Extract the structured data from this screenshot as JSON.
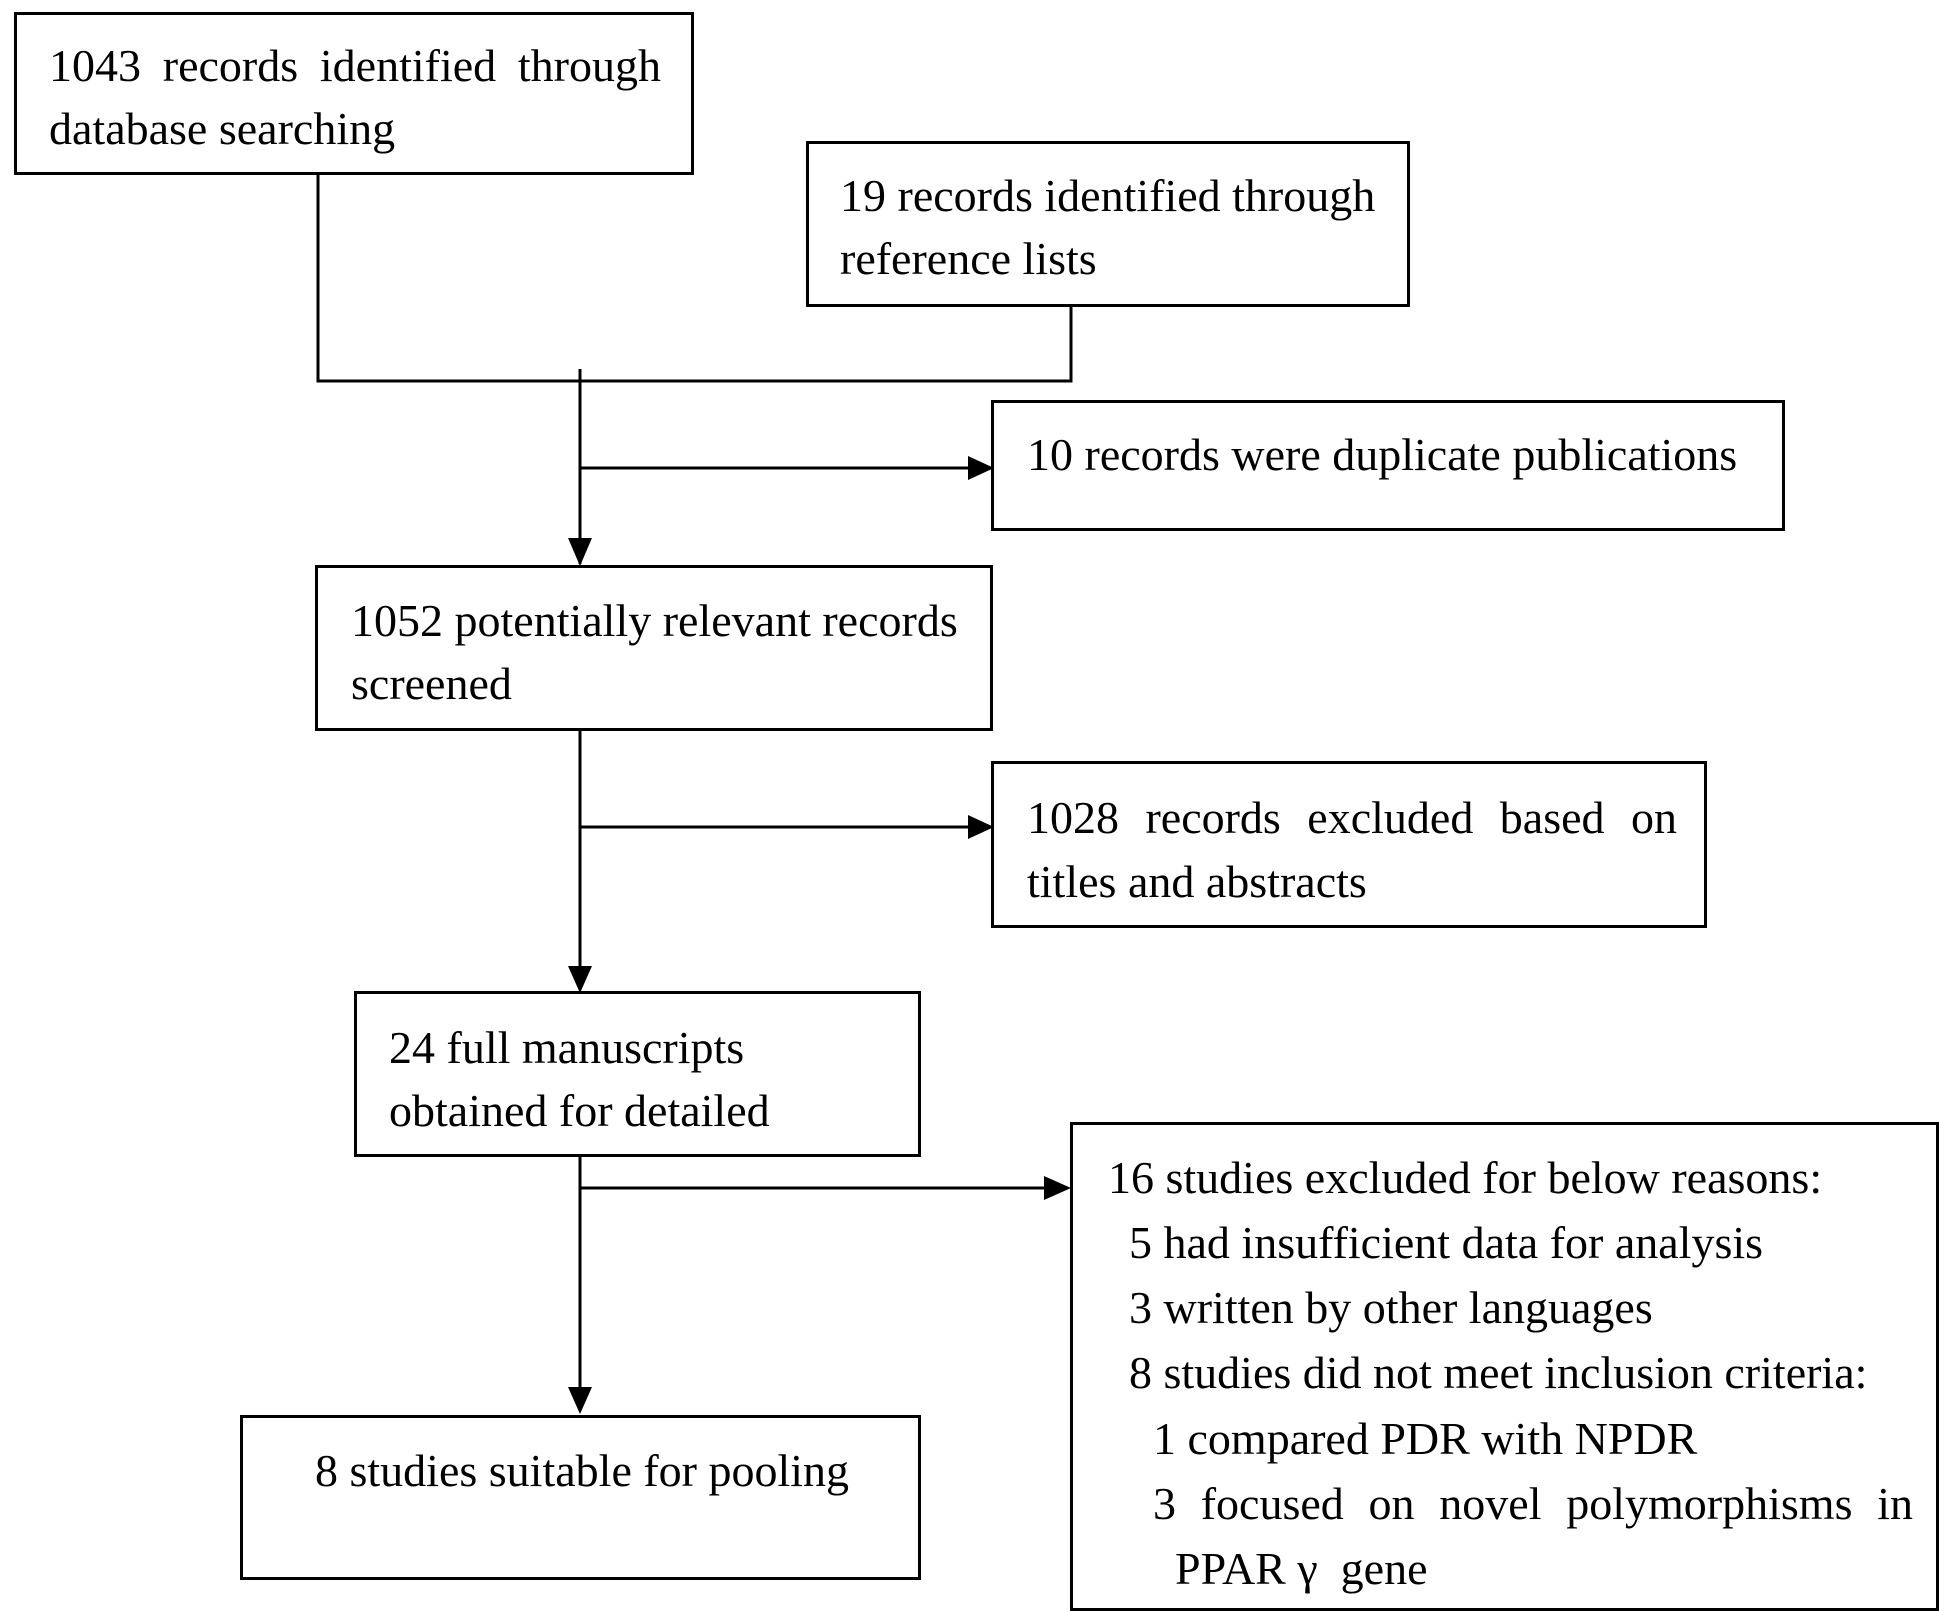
{
  "boxes": {
    "db_search": {
      "lines": [
        "1043 records identified through",
        "database searching"
      ]
    },
    "ref_lists": {
      "lines": [
        "19 records identified through",
        "reference lists"
      ]
    },
    "duplicates": {
      "lines": [
        "10 records were duplicate publications"
      ]
    },
    "screened": {
      "lines": [
        "1052 potentially relevant records",
        "screened"
      ]
    },
    "excluded_titles": {
      "lines": [
        "1028 records excluded based on",
        "titles and abstracts"
      ]
    },
    "full_manuscripts": {
      "lines": [
        "24 full manuscripts",
        "obtained for detailed"
      ]
    },
    "studies_excluded": {
      "lines": [
        "16 studies excluded for below reasons:",
        "5 had insufficient data for analysis",
        "3 written by other languages",
        "8 studies did not meet inclusion criteria:",
        "1 compared PDR with NPDR",
        "3 focused on novel polymorphisms in",
        "PPAR γ  gene"
      ]
    },
    "pooling": {
      "lines": [
        "8 studies suitable for pooling"
      ]
    }
  }
}
